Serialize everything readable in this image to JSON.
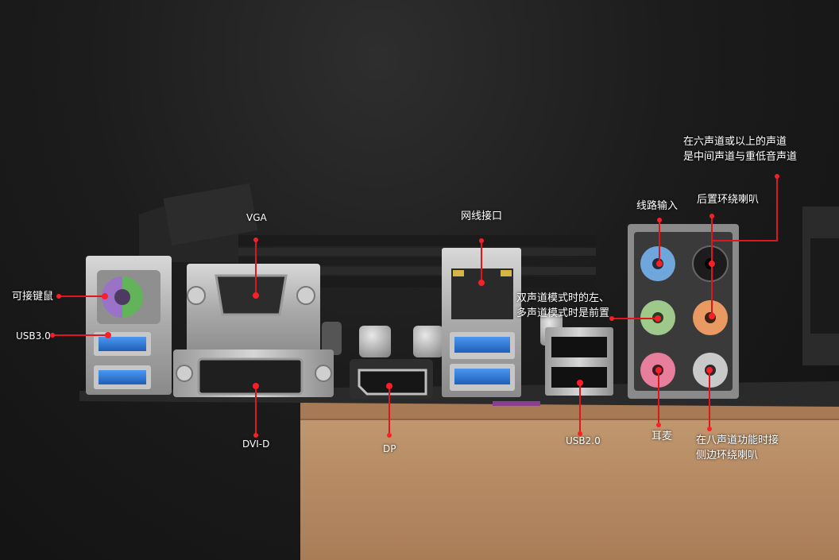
{
  "labels": {
    "ps2": "可接键鼠",
    "usb30": "USB3.0",
    "vga": "VGA",
    "dvid": "DVI-D",
    "dp": "DP",
    "lan": "网线接口",
    "usb20": "USB2.0",
    "dual_channel": "双声道模式时的左、\n多声道模式时是前置",
    "line_in": "线路输入",
    "rear_surround": "后置环绕喇叭",
    "center_sub": "在六声道或以上的声道\n是中间声道与重低音声道",
    "mic": "耳麦",
    "side_surround": "在八声道功能时接\n侧边环绕喇叭"
  },
  "colors": {
    "callout_line": "#e0161c",
    "callout_dot": "#ff1f25",
    "label_text": "#ffffff",
    "usb3_blue": "#2f7de0",
    "ps2_purple": "#9a73c8",
    "ps2_green": "#63b35a",
    "audio_blue": "#6fa7dc",
    "audio_green": "#9ec98b",
    "audio_orange": "#e99a62",
    "audio_pink": "#e77e9b",
    "audio_grey": "#c9c9c9",
    "audio_black": "#1c1c1c",
    "cardboard": "#b98b63"
  }
}
